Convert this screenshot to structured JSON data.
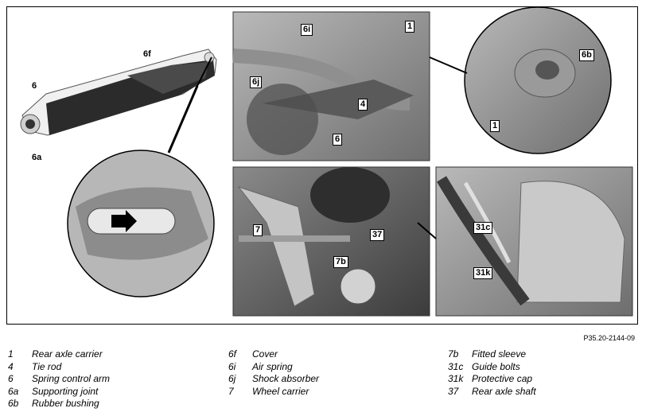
{
  "callouts": {
    "c6": "6",
    "c6f": "6f",
    "c6a": "6a",
    "c1": "1",
    "c6i": "6i",
    "c6j": "6j",
    "c4": "4",
    "c6_2": "6",
    "c6b": "6b",
    "c1b": "1",
    "c7": "7",
    "c37": "37",
    "c7b": "7b",
    "c31c": "31c",
    "c31k": "31k"
  },
  "reference": "P35.20-2144-09",
  "legend": [
    [
      {
        "k": "1",
        "v": "Rear axle carrier"
      },
      {
        "k": "4",
        "v": "Tie rod"
      },
      {
        "k": "6",
        "v": "Spring control arm"
      },
      {
        "k": "6a",
        "v": "Supporting joint"
      },
      {
        "k": "6b",
        "v": "Rubber bushing"
      }
    ],
    [
      {
        "k": "6f",
        "v": "Cover"
      },
      {
        "k": "6i",
        "v": "Air spring"
      },
      {
        "k": "6j",
        "v": "Shock absorber"
      },
      {
        "k": "7",
        "v": "Wheel carrier"
      }
    ],
    [
      {
        "k": "7b",
        "v": "Fitted sleeve"
      },
      {
        "k": "31c",
        "v": "Guide bolts"
      },
      {
        "k": "31k",
        "v": "Protective cap"
      },
      {
        "k": "37",
        "v": "Rear axle shaft"
      }
    ]
  ]
}
